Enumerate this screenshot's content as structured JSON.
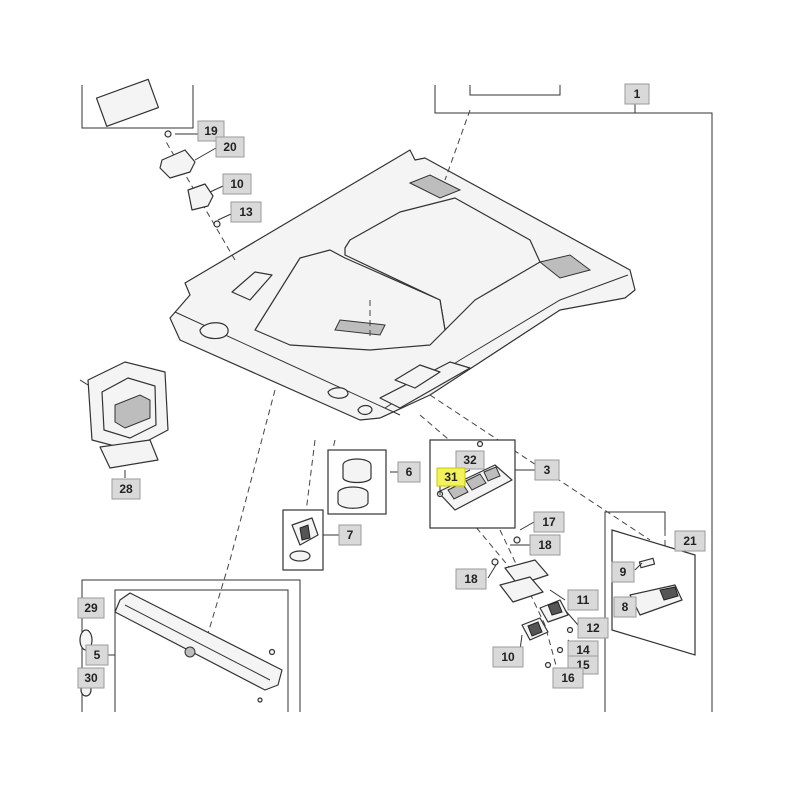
{
  "diagram": {
    "callouts": [
      {
        "id": "c1",
        "label": "1"
      },
      {
        "id": "c19",
        "label": "19"
      },
      {
        "id": "c20",
        "label": "20"
      },
      {
        "id": "c10a",
        "label": "10"
      },
      {
        "id": "c13",
        "label": "13"
      },
      {
        "id": "c28",
        "label": "28"
      },
      {
        "id": "c6",
        "label": "6"
      },
      {
        "id": "c7",
        "label": "7"
      },
      {
        "id": "c32",
        "label": "32"
      },
      {
        "id": "c31",
        "label": "31",
        "highlight": true
      },
      {
        "id": "c3",
        "label": "3"
      },
      {
        "id": "c17",
        "label": "17"
      },
      {
        "id": "c18a",
        "label": "18"
      },
      {
        "id": "c18b",
        "label": "18"
      },
      {
        "id": "c21",
        "label": "21"
      },
      {
        "id": "c9",
        "label": "9"
      },
      {
        "id": "c8",
        "label": "8"
      },
      {
        "id": "c11",
        "label": "11"
      },
      {
        "id": "c12",
        "label": "12"
      },
      {
        "id": "c14",
        "label": "14"
      },
      {
        "id": "c15",
        "label": "15"
      },
      {
        "id": "c10b",
        "label": "10"
      },
      {
        "id": "c16",
        "label": "16"
      },
      {
        "id": "c29",
        "label": "29"
      },
      {
        "id": "c5",
        "label": "5"
      },
      {
        "id": "c30",
        "label": "30"
      }
    ],
    "colors": {
      "callout_fill": "#d9d9d9",
      "callout_highlight": "#f2f25a",
      "line": "#333333"
    }
  }
}
